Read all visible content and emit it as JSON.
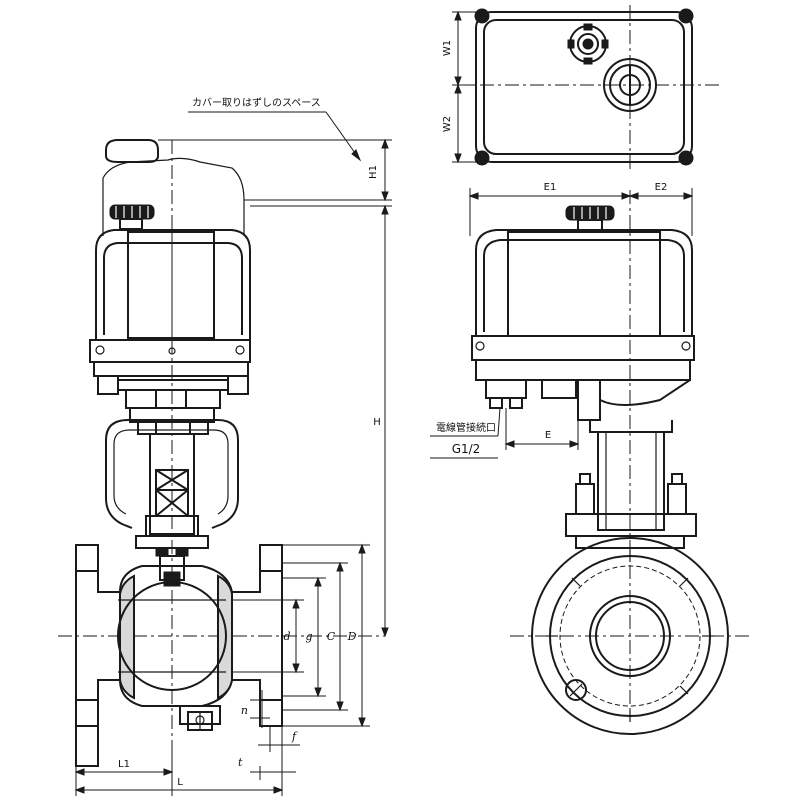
{
  "annotations": {
    "cover_space": "カバー取りはずしのスペース",
    "conduit_port_label": "電線管接続口",
    "conduit_port_size": "G1/2"
  },
  "dimensions": {
    "H": "H",
    "H1": "H1",
    "W1": "W1",
    "W2": "W2",
    "E1": "E1",
    "E2": "E2",
    "E": "E",
    "L": "L",
    "L1": "L1",
    "D": "D",
    "C": "C",
    "g": "g",
    "d": "d",
    "t": "t",
    "f": "f",
    "n": "n"
  }
}
